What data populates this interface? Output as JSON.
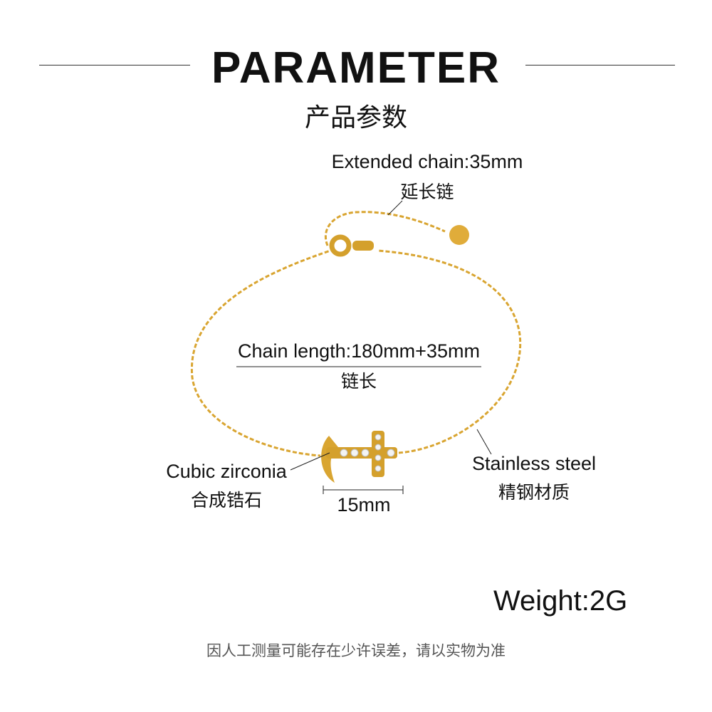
{
  "header": {
    "title": "PARAMETER",
    "subtitle": "产品参数"
  },
  "specs": {
    "extended_chain": {
      "en": "Extended chain:35mm",
      "cn": "延长链"
    },
    "chain_length": {
      "en": "Chain length:180mm+35mm",
      "cn": "链长"
    },
    "stone": {
      "en": "Cubic zirconia",
      "cn": "合成锆石"
    },
    "material": {
      "en": "Stainless steel",
      "cn": "精钢材质"
    },
    "pendant_width": "15mm",
    "weight": "Weight:2G"
  },
  "footer": {
    "note": "因人工测量可能存在少许误差，请以实物为准"
  },
  "colors": {
    "gold": "#d9a531",
    "text": "#111111",
    "muted": "#555555"
  }
}
